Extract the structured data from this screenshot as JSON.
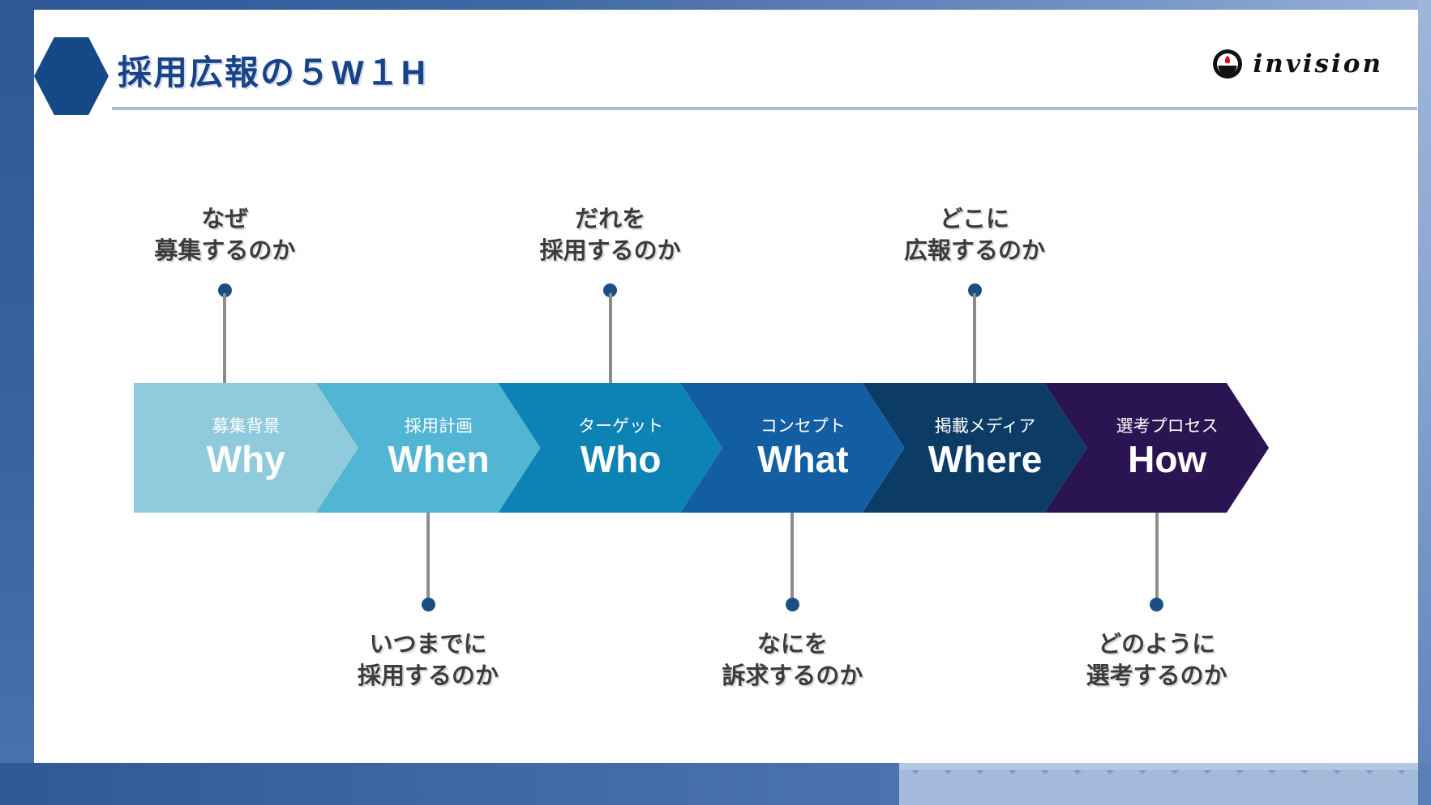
{
  "header": {
    "title": "採用広報の５W１H",
    "hexagon_color": "#154887",
    "title_color": "#18428a",
    "logo_text": "invision",
    "logo_icon": "invision-circle-icon"
  },
  "chart_data": {
    "type": "diagram-process",
    "title": "採用広報の５W１H",
    "steps": [
      {
        "sub": "募集背景",
        "big": "Why",
        "color": "#8fcadd"
      },
      {
        "sub": "採用計画",
        "big": "When",
        "color": "#52b5d4"
      },
      {
        "sub": "ターゲット",
        "big": "Who",
        "color": "#0d83b5"
      },
      {
        "sub": "コンセプト",
        "big": "What",
        "color": "#135ea2"
      },
      {
        "sub": "掲載メディア",
        "big": "Where",
        "color": "#0c3c66"
      },
      {
        "sub": "選考プロセス",
        "big": "How",
        "color": "#2a1452"
      }
    ]
  },
  "callouts": {
    "top": [
      {
        "line1": "なぜ",
        "line2": "募集するのか",
        "step": "Why"
      },
      {
        "line1": "だれを",
        "line2": "採用するのか",
        "step": "Who"
      },
      {
        "line1": "どこに",
        "line2": "広報するのか",
        "step": "Where"
      }
    ],
    "bottom": [
      {
        "line1": "いつまでに",
        "line2": "採用するのか",
        "step": "When"
      },
      {
        "line1": "なにを",
        "line2": "訴求するのか",
        "step": "What"
      },
      {
        "line1": "どのように",
        "line2": "選考するのか",
        "step": "How"
      }
    ]
  },
  "theme": {
    "frame_blue": "#3a62a0",
    "rule_color": "#aab9d4",
    "leader_color": "#8c8c8c",
    "dot_color": "#1d4e83",
    "callout_text_color": "#3c3c3c"
  }
}
